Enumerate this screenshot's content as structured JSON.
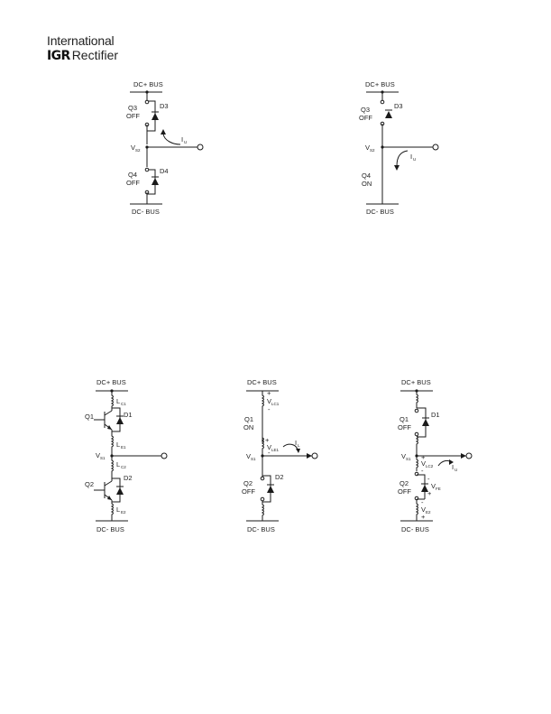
{
  "logo": {
    "line1": "International",
    "badge": "IGR",
    "line2": "Rectifier"
  },
  "circuits": {
    "a": {
      "top_bus": "DC+ BUS",
      "bottom_bus": "DC- BUS",
      "q_upper": "Q3",
      "q_upper_state": "OFF",
      "d_upper": "D3",
      "q_lower": "Q4",
      "q_lower_state": "OFF",
      "d_lower": "D4",
      "node": "V",
      "node_sub": "S2",
      "current": "I",
      "current_sub": "U"
    },
    "b": {
      "top_bus": "DC+ BUS",
      "bottom_bus": "DC- BUS",
      "q_upper": "Q3",
      "q_upper_state": "OFF",
      "d_upper": "D3",
      "q_lower": "Q4",
      "q_lower_state": "ON",
      "node": "V",
      "node_sub": "S2",
      "current": "I",
      "current_sub": "U"
    },
    "c": {
      "top_bus": "DC+ BUS",
      "bottom_bus": "DC- BUS",
      "q1": "Q1",
      "d1": "D1",
      "q2": "Q2",
      "d2": "D2",
      "l_top": "L",
      "l_top_sub": "C1",
      "l_e1": "L",
      "l_e1_sub": "E1",
      "l_c2": "L",
      "l_c2_sub": "C2",
      "l_e2": "L",
      "l_e2_sub": "E2",
      "node": "V",
      "node_sub": "S1"
    },
    "d": {
      "top_bus": "DC+ BUS",
      "bottom_bus": "DC- BUS",
      "q1": "Q1",
      "q1_state": "ON",
      "q2": "Q2",
      "q2_state": "OFF",
      "d2": "D2",
      "v_lc1": "V",
      "v_lc1_sub": "LC1",
      "v_le1": "V",
      "v_le1_sub": "LE1",
      "node": "V",
      "node_sub": "S1",
      "current": "I",
      "current_sub": "L"
    },
    "e": {
      "top_bus": "DC+ BUS",
      "bottom_bus": "DC- BUS",
      "q1": "Q1",
      "q1_state": "OFF",
      "d1": "D1",
      "q2": "Q2",
      "q2_state": "OFF",
      "v_lc2": "V",
      "v_lc2_sub": "LC2",
      "v_fe": "V",
      "v_fe_sub": "FE",
      "v_e2": "V",
      "v_e2_sub": "E2",
      "node": "V",
      "node_sub": "S1",
      "current": "I",
      "current_sub": "U"
    }
  }
}
